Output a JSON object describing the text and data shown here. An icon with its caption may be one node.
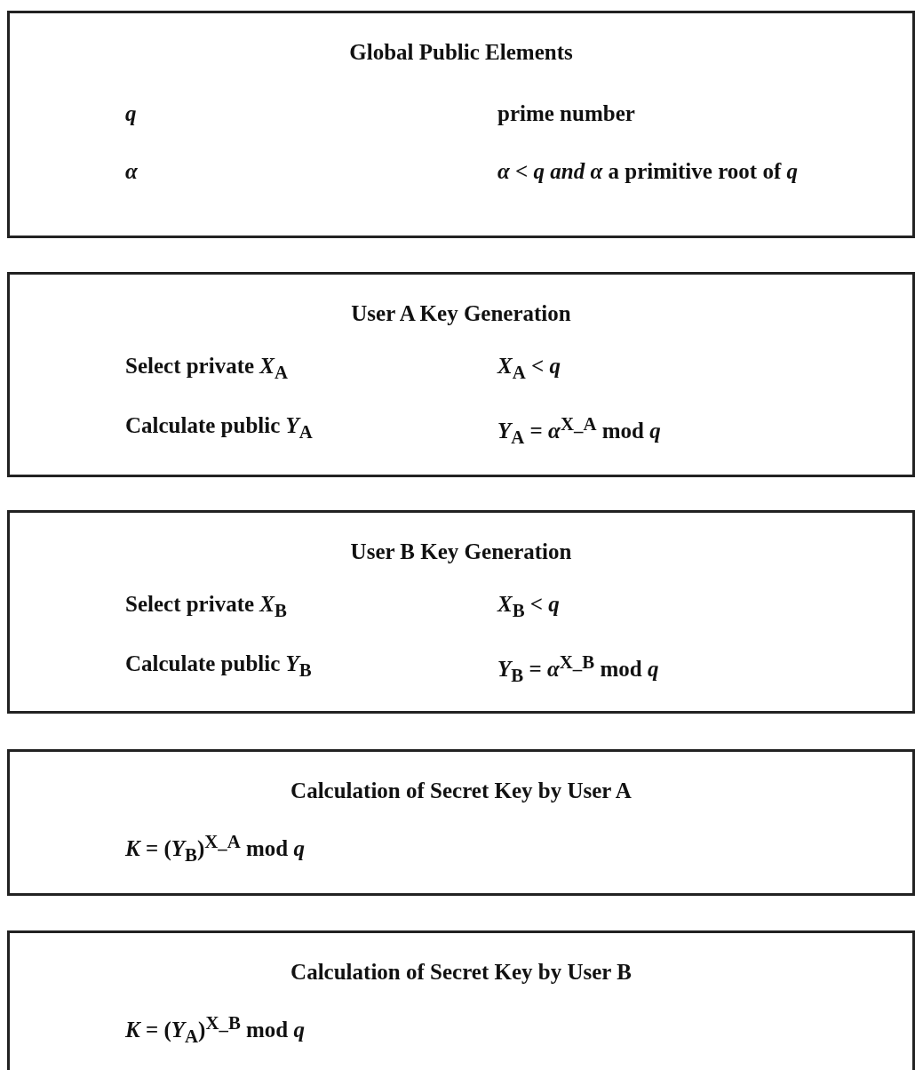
{
  "diagram": {
    "nodes": [
      {
        "text": [
          "Global Public Elements",
          "q",
          "prime number",
          "α",
          "*α* < *q and α* a primitive root of *q*"
        ]
      },
      {
        "text": [
          "User A Key Generation",
          "Select private *X*$_{A}$",
          "*X*$_{A}$ < *q*",
          "Calculate public *Y*$_{A}$",
          "*Y*$_{A}$ = *α*$^{X_A}$ mod *q*"
        ]
      },
      {
        "text": [
          "User B Key Generation",
          "Select private *X*$_{B}$",
          "*X*$_{B}$ < *q*",
          "Calculate public *Y*$_{B}$",
          "*Y*$_{B}$ = *α*$^{X_B}$ mod *q*"
        ]
      },
      {
        "text": [
          "Calculation of Secret Key by User A",
          "*K* = (*Y*$_{B}$)$^{X_A}$ mod *q*"
        ]
      },
      {
        "text": [
          "Calculation of Secret Key by User B",
          "*K* = (*Y*$_{A}$)$^{X_B}$ mod *q*"
        ]
      }
    ]
  }
}
